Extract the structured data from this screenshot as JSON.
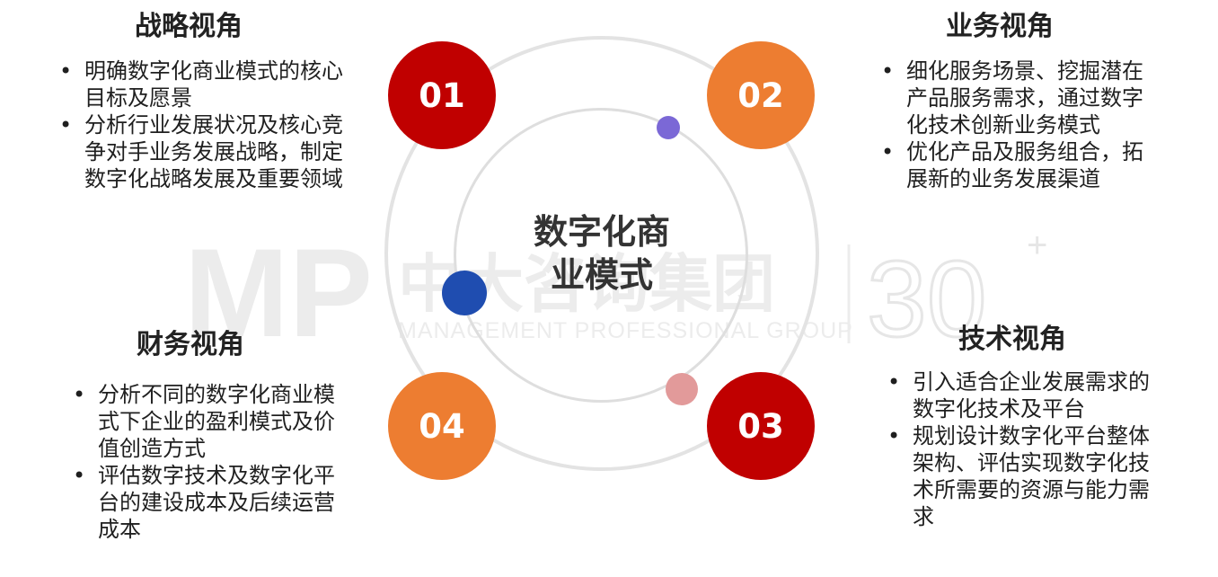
{
  "center": {
    "title": "数字化商\n业模式"
  },
  "badges": {
    "b1": {
      "label": "01",
      "color": "#c00000"
    },
    "b2": {
      "label": "02",
      "color": "#ed7d31"
    },
    "b3": {
      "label": "03",
      "color": "#c00000"
    },
    "b4": {
      "label": "04",
      "color": "#ed7d31"
    }
  },
  "accent_dots": {
    "purple": "#7b68d6",
    "blue": "#1f4db0",
    "pink": "#e29a9a"
  },
  "quadrants": {
    "strategy": {
      "title": "战略视角",
      "bullets": [
        "明确数字化商业模式的核心目标及愿景",
        "分析行业发展状况及核心竞争对手业务发展战略，制定数字化战略发展及重要领域"
      ]
    },
    "business": {
      "title": "业务视角",
      "bullets": [
        "细化服务场景、挖掘潜在产品服务需求，通过数字化技术创新业务模式",
        "优化产品及服务组合，拓展新的业务发展渠道"
      ]
    },
    "technology": {
      "title": "技术视角",
      "bullets": [
        "引入适合企业发展需求的数字化技术及平台",
        "规划设计数字化平台整体架构、评估实现数字化技术所需要的资源与能力需求"
      ]
    },
    "finance": {
      "title": "财务视角",
      "bullets": [
        "分析不同的数字化商业模式下企业的盈利模式及价值创造方式",
        "评估数字技术及数字化平台的建设成本及后续运营成本"
      ]
    }
  },
  "watermark": {
    "logo": "MP",
    "company": "中大咨询集团",
    "tagline": "MANAGEMENT PROFESSIONAL GROUP",
    "anniversary": "30"
  }
}
